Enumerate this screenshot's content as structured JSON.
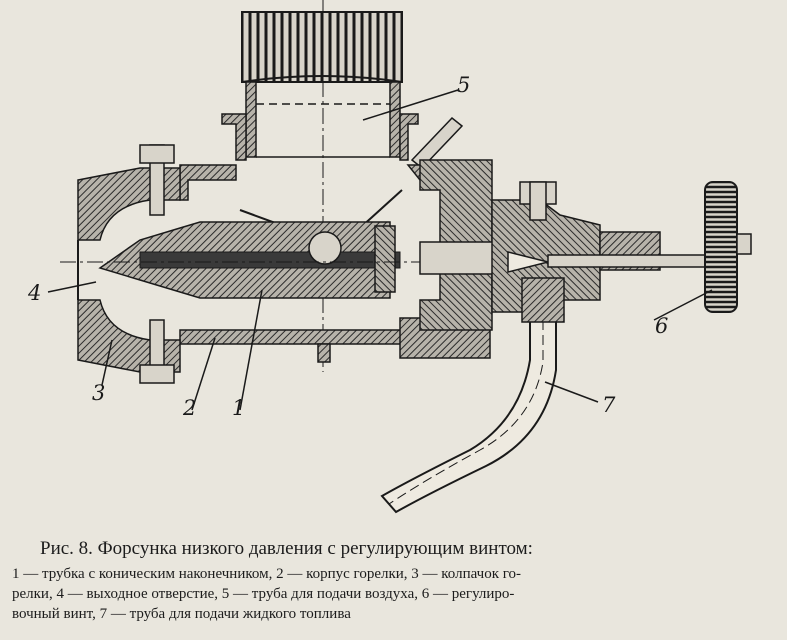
{
  "figure": {
    "labels": {
      "l1": "1",
      "l2": "2",
      "l3": "3",
      "l4": "4",
      "l5": "5",
      "l6": "6",
      "l7": "7"
    }
  },
  "caption": {
    "title": "Рис. 8. Форсунка низкого давления с регулирующим винтом:",
    "legend_lines": [
      "1 — трубка с коническим наконечником, 2 — корпус горелки, 3 — колпачок го-",
      "релки, 4 — выходное отверстие, 5 — труба для подачи воздуха, 6 — регулиро-",
      "вочный винт, 7 — труба для подачи жидкого топлива"
    ]
  },
  "colors": {
    "paper": "#e9e6dd",
    "ink": "#1a1a1a",
    "hatch_fill": "#8a8782"
  }
}
